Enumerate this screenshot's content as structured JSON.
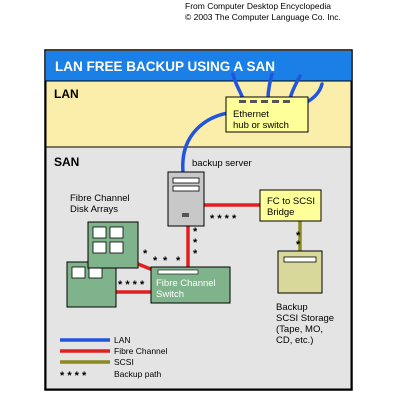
{
  "credit": {
    "line1": "From Computer Desktop Encyclopedia",
    "line2": "© 2003 The Computer Language Co. Inc."
  },
  "title": "LAN FREE BACKUP USING A SAN",
  "zones": {
    "lan": "LAN",
    "san": "SAN"
  },
  "devices": {
    "ethernet_hub": [
      "Ethernet",
      "hub or switch"
    ],
    "backup_server": "backup server",
    "fc_scsi_bridge": [
      "FC to SCSI",
      "Bridge"
    ],
    "disk_arrays": [
      "Fibre Channel",
      "Disk Arrays"
    ],
    "fc_switch": [
      "Fibre Channel",
      "Switch"
    ],
    "scsi_storage": [
      "Backup",
      "SCSI Storage",
      "(Tape, MO,",
      "CD, etc.)"
    ]
  },
  "legend": [
    {
      "label": "LAN",
      "color": "#2255dd",
      "kind": "line"
    },
    {
      "label": "Fibre Channel",
      "color": "#e02020",
      "kind": "line"
    },
    {
      "label": "SCSI",
      "color": "#8a8a1e",
      "kind": "line"
    },
    {
      "label": "Backup path",
      "symbol": "* * * *",
      "kind": "stars"
    }
  ],
  "backup_path_symbol": "* * * *",
  "backup_star": "*",
  "colors": {
    "title_bar": "#1a7fe6",
    "lan_zone": "#fbeeaa",
    "san_zone": "#e4e4e4",
    "device_yellow": "#ffff99",
    "device_green": "#7fb38b",
    "storage_olive": "#d8d89a",
    "server_gray": "#c8c8c8",
    "lan_cable": "#2255dd",
    "fc_cable": "#e02020",
    "scsi_cable": "#8a8a1e"
  }
}
